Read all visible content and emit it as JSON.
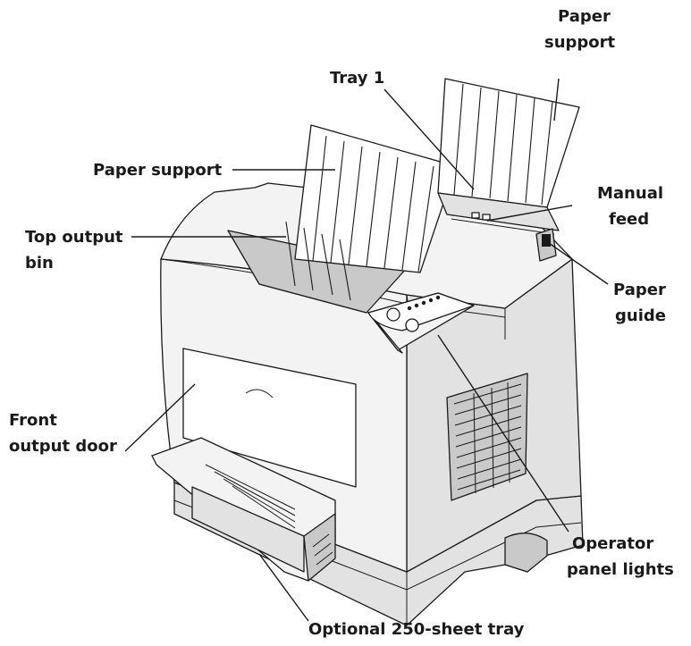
{
  "labels": {
    "paper_support_right_line1": "Paper",
    "paper_support_right_line2": "support",
    "tray1": "Tray 1",
    "paper_support_left": "Paper support",
    "manual_feed_line1": "Manual",
    "manual_feed_line2": "feed",
    "top_output_bin_line1": "Top output",
    "top_output_bin_line2": "bin",
    "paper_guide_line1": "Paper",
    "paper_guide_line2": "guide",
    "front_output_door_line1": "Front",
    "front_output_door_line2": "output door",
    "operator_panel_lights_line1": "Operator",
    "operator_panel_lights_line2": "panel lights",
    "optional_tray": "Optional 250-sheet tray"
  }
}
